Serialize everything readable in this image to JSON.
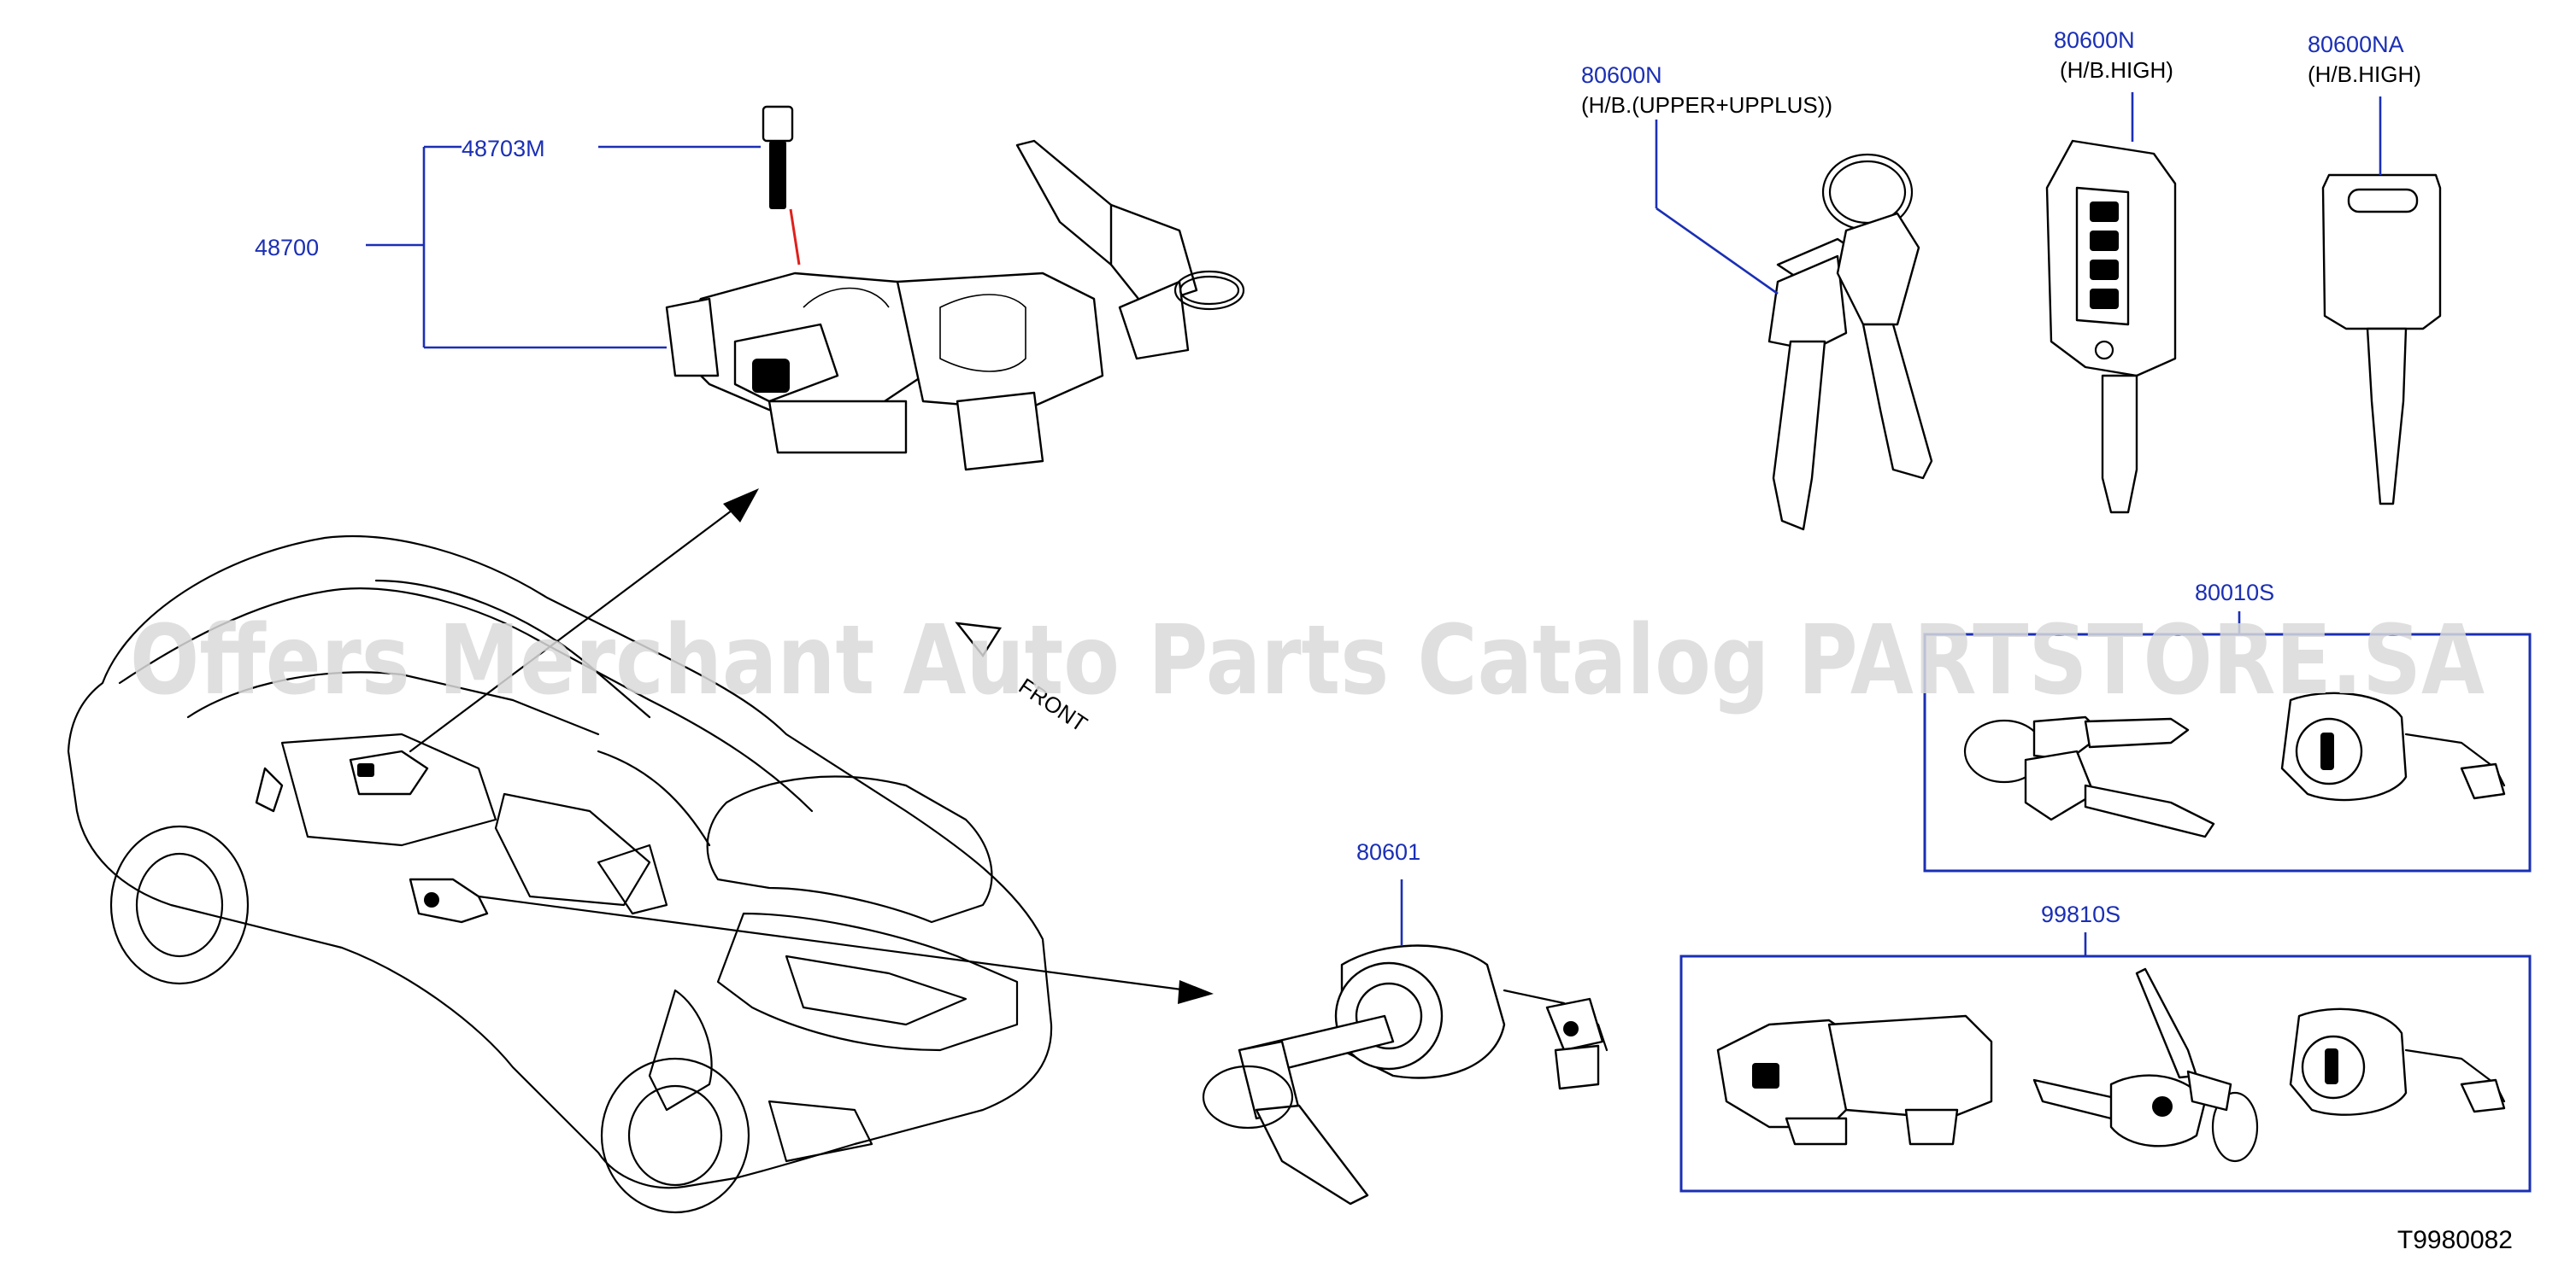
{
  "colors": {
    "callout": "#1a2fb5",
    "text": "#000000",
    "watermark": "#d9d9d9",
    "red_line": "#e0201c"
  },
  "callouts": {
    "p48703m": "48703M",
    "p48700": "48700",
    "p80600n_a": "80600N",
    "p80600n_a_note": "(H/B.(UPPER+UPPLUS))",
    "p80600n_b": "80600N",
    "p80600n_b_note": "(H/B.HIGH)",
    "p80600na": "80600NA",
    "p80600na_note": "(H/B.HIGH)",
    "p80010s": "80010S",
    "p80601": "80601",
    "p99810s": "99810S"
  },
  "front_label": "FRONT",
  "watermark": "Offers Merchant Auto Parts Catalog PARTSTORE.SA",
  "diagram_id": "T9980082"
}
